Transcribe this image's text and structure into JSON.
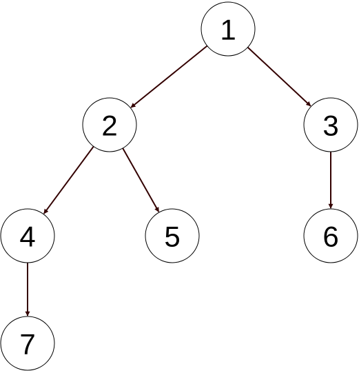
{
  "diagram": {
    "edge_color": "#330000",
    "nodes": [
      {
        "id": "1",
        "label": "1"
      },
      {
        "id": "2",
        "label": "2"
      },
      {
        "id": "3",
        "label": "3"
      },
      {
        "id": "4",
        "label": "4"
      },
      {
        "id": "5",
        "label": "5"
      },
      {
        "id": "6",
        "label": "6"
      },
      {
        "id": "7",
        "label": "7"
      }
    ],
    "edges": [
      {
        "from": "1",
        "to": "2"
      },
      {
        "from": "1",
        "to": "3"
      },
      {
        "from": "2",
        "to": "4"
      },
      {
        "from": "2",
        "to": "5"
      },
      {
        "from": "3",
        "to": "6"
      },
      {
        "from": "4",
        "to": "7"
      }
    ]
  }
}
